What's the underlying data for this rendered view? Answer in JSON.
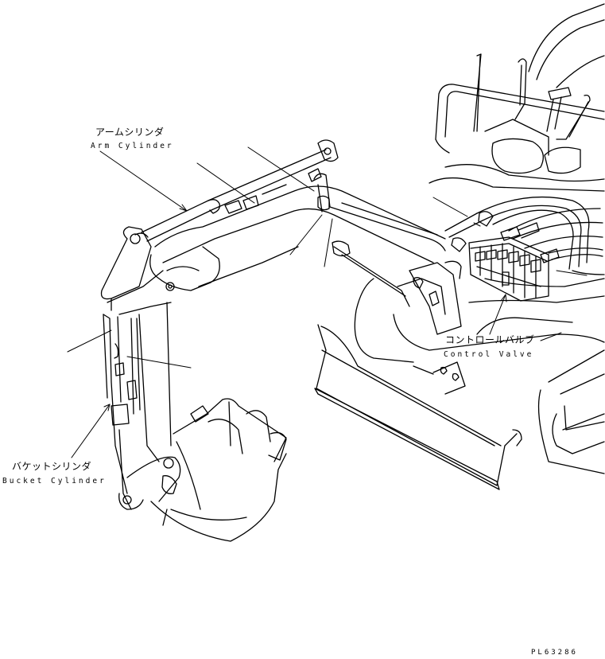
{
  "labels": {
    "arm_cylinder": {
      "jp": "アームシリンダ",
      "en": "Arm Cylinder"
    },
    "control_valve": {
      "jp": "コントロールバルブ",
      "en": "Control Valve"
    },
    "bucket_cylinder": {
      "jp": "バケットシリンダ",
      "en": "Bucket Cylinder"
    }
  },
  "drawing_code": "PL63286",
  "colors": {
    "line": "#000000",
    "background": "#ffffff"
  }
}
